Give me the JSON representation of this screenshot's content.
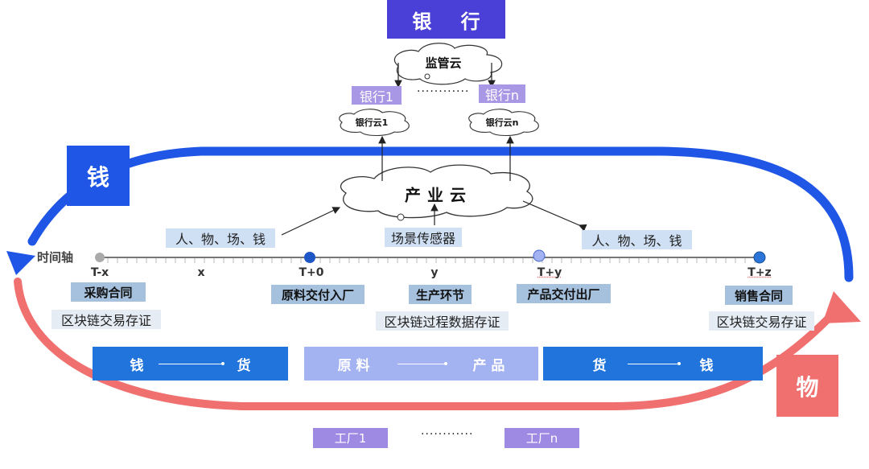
{
  "colors": {
    "money_blue": "#1f56e6",
    "goods_red": "#f07070",
    "bank_purple": "#4a3fd6",
    "tag_purple": "#a897e4",
    "flow_blue": "#2174dc",
    "flow_lavender": "#a3b2f0"
  },
  "bank": {
    "header": "银 行",
    "regulatory_cloud": "监管云",
    "banks": [
      "银行1",
      "银行n"
    ],
    "bank_ellipsis": "············",
    "bank_clouds": [
      "银行云1",
      "银行云n"
    ]
  },
  "industry_cloud": "产业云",
  "scene_sensor": "场景传感器",
  "loop_labels": {
    "money": "钱",
    "goods": "物"
  },
  "timeline": {
    "title": "时间轴",
    "elements_left": "人、物、场、钱",
    "elements_right": "人、物、场、钱",
    "points": [
      {
        "tick": "T-x",
        "event": "采购合同"
      },
      {
        "tick": "x"
      },
      {
        "tick": "T+0",
        "event": "原料交付入厂"
      },
      {
        "tick": "y",
        "event": "生产环节"
      },
      {
        "tick": "T+y",
        "event": "产品交付出厂"
      },
      {
        "tick": "T+z",
        "event": "销售合同"
      }
    ],
    "evidence": {
      "left": "区块链交易存证",
      "center": "区块链过程数据存证",
      "right": "区块链交易存证"
    }
  },
  "flows": [
    {
      "from": "钱",
      "to": "货"
    },
    {
      "from": "原 料",
      "to": "产 品"
    },
    {
      "from": "货",
      "to": "钱"
    }
  ],
  "factories": {
    "items": [
      "工厂1",
      "工厂n"
    ],
    "ellipsis": "············"
  }
}
